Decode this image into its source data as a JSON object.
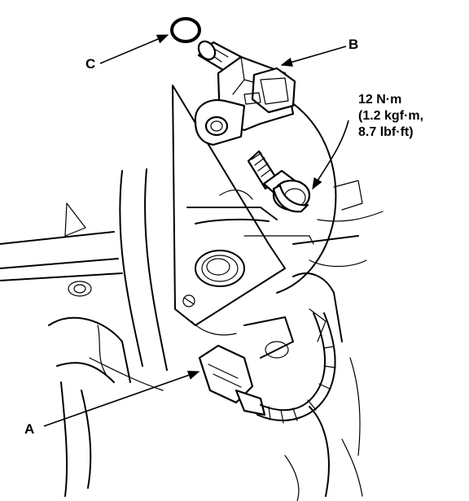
{
  "callouts": {
    "a": "A",
    "b": "B",
    "c": "C"
  },
  "torque_spec": {
    "line1": "12 N·m",
    "line2": "(1.2 kgf·m,",
    "line3": "8.7 lbf·ft)"
  }
}
